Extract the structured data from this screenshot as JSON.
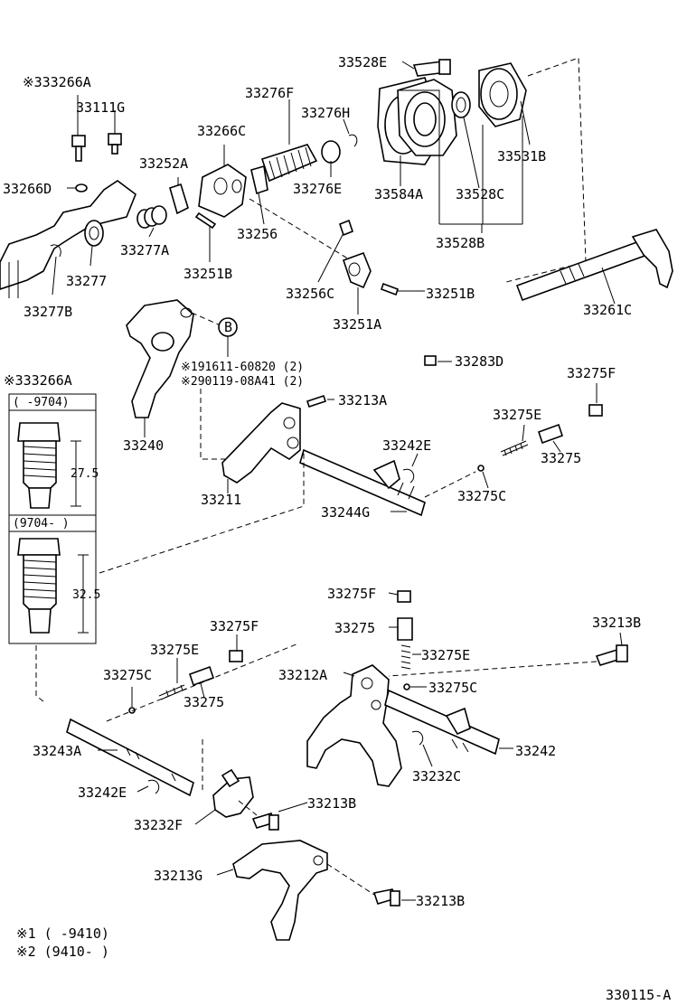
{
  "labels": {
    "p33528E": "33528E",
    "p33266A_top": "※333266A",
    "p33276F": "33276F",
    "p33111G": "33111G",
    "p33276H": "33276H",
    "p33266C": "33266C",
    "p33252A": "33252A",
    "p33531B": "33531B",
    "p33266D": "33266D",
    "p33276E": "33276E",
    "p33584A": "33584A",
    "p33528C": "33528C",
    "p33277A": "33277A",
    "p33256": "33256",
    "p33528B": "33528B",
    "p33277": "33277",
    "p33251B_a": "33251B",
    "p33256C": "33256C",
    "p33251B_b": "33251B",
    "p33261C": "33261C",
    "p33277B": "33277B",
    "p33251A": "33251A",
    "circleB": "B",
    "ref1": "※191611-60820 (2)",
    "ref2": "※290119-08A41 (2)",
    "p33283D": "33283D",
    "p33266A_box": "※333266A",
    "p33275F_a": "33275F",
    "p33213A": "33213A",
    "p33275E_a": "33275E",
    "p33240": "33240",
    "p33242E_a": "33242E",
    "p33275_a": "33275",
    "p33275C_a": "33275C",
    "p33211": "33211",
    "p33244G": "33244G",
    "p33275F_b": "33275F",
    "p33275F_c": "33275F",
    "p33213B_a": "33213B",
    "p33275_b": "33275",
    "p33275E_b": "33275E",
    "p33275E_c": "33275E",
    "p33212A": "33212A",
    "p33275C_b": "33275C",
    "p33275C_c": "33275C",
    "p33275_c": "33275",
    "p33243A": "33243A",
    "p33242": "33242",
    "p33232C": "33232C",
    "p33242E_b": "33242E",
    "p33213B_b": "33213B",
    "p33232F": "33232F",
    "p33213G": "33213G",
    "p33213B_c": "33213B",
    "box_hdr1": "(     -9704)",
    "box_hdr2": "(9704-      )",
    "dim1": "27.5",
    "dim2": "32.5",
    "note1": "※1 (      -9410)",
    "note2": "※2 (9410-       )",
    "figure_code": "330115-A"
  }
}
